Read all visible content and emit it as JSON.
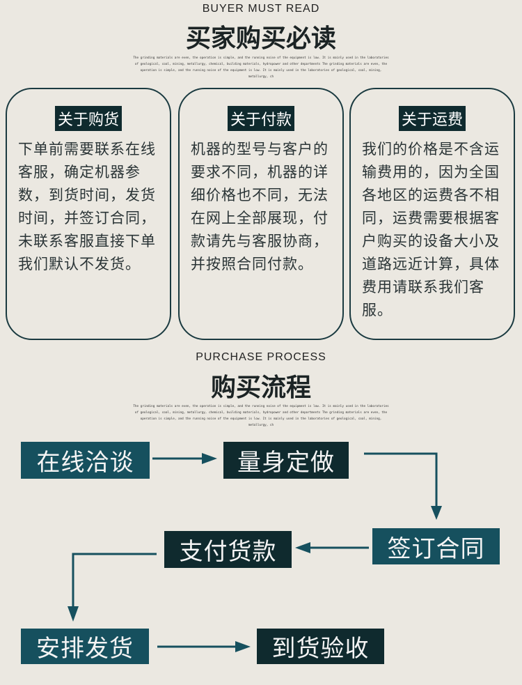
{
  "header1": {
    "en": "BUYER MUST READ",
    "cn": "买家购买必读",
    "fine": "The grinding materials are even, the operation is simple, and the running noise of the equipment is low. It is mainly used in the laboratories of geological, coal, mining, metallurgy, chemical, building materials, hydropower and other departments The grinding materials are even, the operation is simple, and the running noise of the equipment is low. It is mainly used in the laboratories of geological, coal, mining, metallurgy, ch"
  },
  "cards": [
    {
      "title": "关于购货",
      "text": "下单前需要联系在线客服，确定机器参数，到货时间，发货时间，并签订合同，未联系客服直接下单我们默认不发货。"
    },
    {
      "title": "关于付款",
      "text": "机器的型号与客户的要求不同，机器的详细价格也不同，无法在网上全部展现，付款请先与客服协商，并按照合同付款。"
    },
    {
      "title": "关于运费",
      "text": "我们的价格是不含运输费用的，因为全国各地区的运费各不相同，运费需要根据客户购买的设备大小及道路远近计算，具体费用请联系我们客服。"
    }
  ],
  "header2": {
    "en": "PURCHASE PROCESS",
    "cn": "购买流程",
    "fine": "The grinding materials are even, the operation is simple, and the running noise of the equipment is low. It is mainly used in the laboratories of geological, coal, mining, metallurgy, chemical, building materials, hydropower and other departments The grinding materials are even, the operation is simple, and the running noise of the equipment is low. It is mainly used in the laboratories of geological, coal, mining, metallurgy, ch"
  },
  "steps": [
    "在线洽谈",
    "量身定做",
    "签订合同",
    "支付货款",
    "安排发货",
    "到货验收"
  ],
  "colors": {
    "teal": "#16505e",
    "dark": "#0f2a2e"
  }
}
